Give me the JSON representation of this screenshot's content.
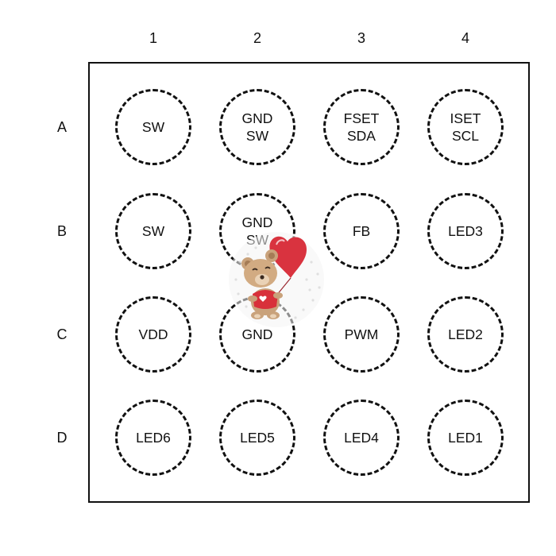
{
  "columns": [
    "1",
    "2",
    "3",
    "4"
  ],
  "rows": [
    "A",
    "B",
    "C",
    "D"
  ],
  "pins": [
    [
      [
        "SW"
      ],
      [
        "GND",
        "SW"
      ],
      [
        "FSET",
        "SDA"
      ],
      [
        "ISET",
        "SCL"
      ]
    ],
    [
      [
        "SW"
      ],
      [
        "GND",
        "SW"
      ],
      [
        "FB"
      ],
      [
        "LED3"
      ]
    ],
    [
      [
        "VDD"
      ],
      [
        "GND"
      ],
      [
        "PWM"
      ],
      [
        "LED2"
      ]
    ],
    [
      [
        "LED6"
      ],
      [
        "LED5"
      ],
      [
        "LED4"
      ],
      [
        "LED1"
      ]
    ]
  ],
  "sticker": {
    "icon": "teddy-bear-with-heart-balloon-icon",
    "colors": {
      "heart": "#d9333f",
      "bear": "#c9a27b",
      "shirt": "#d8303a"
    }
  },
  "colors": {
    "ink": "#111111",
    "background": "#ffffff"
  }
}
